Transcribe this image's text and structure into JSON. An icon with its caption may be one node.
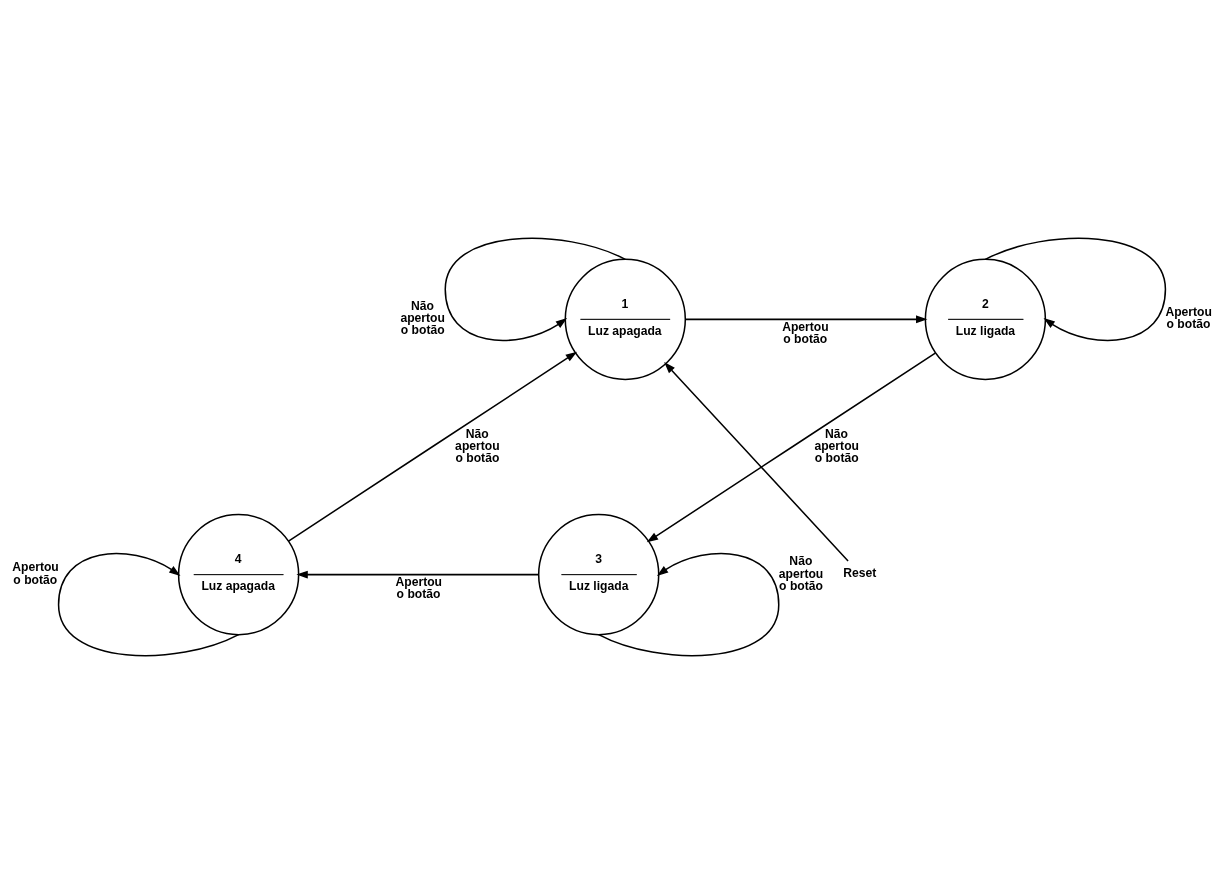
{
  "diagram": {
    "nodes": [
      {
        "text": [
          "1",
          "Luz apagada"
        ]
      },
      {
        "text": [
          "2",
          "Luz ligada"
        ]
      },
      {
        "text": [
          "3",
          "Luz ligada"
        ]
      },
      {
        "text": [
          "4",
          "Luz apagada"
        ]
      },
      {
        "text": [
          "Reset"
        ]
      }
    ],
    "edges": [
      {
        "from": 0,
        "to": 0,
        "arrow": "to",
        "label": "Não apertou o botão"
      },
      {
        "from": 0,
        "to": 1,
        "arrow": "to",
        "label": "Apertou o botão"
      },
      {
        "from": 1,
        "to": 1,
        "arrow": "to",
        "label": "Apertou o botão"
      },
      {
        "from": 1,
        "to": 2,
        "arrow": "to",
        "label": "Não apertou o botão"
      },
      {
        "from": 2,
        "to": 2,
        "arrow": "to",
        "label": "Não apertou o botão"
      },
      {
        "from": 2,
        "to": 3,
        "arrow": "to",
        "label": "Apertou o botão"
      },
      {
        "from": 3,
        "to": 3,
        "arrow": "to",
        "label": "Apertou o botão"
      },
      {
        "from": 3,
        "to": 0,
        "arrow": "to",
        "label": "Não apertou o botão"
      },
      {
        "from": 4,
        "to": 0,
        "arrow": "to"
      }
    ]
  }
}
